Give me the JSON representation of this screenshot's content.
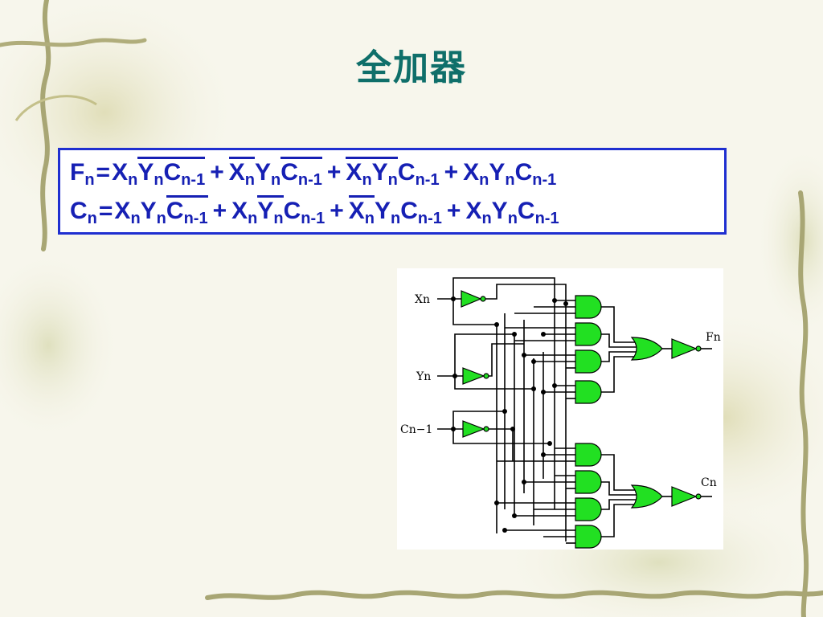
{
  "slide": {
    "title": "全加器"
  },
  "formulas": {
    "line1": [
      {
        "t": "F",
        "s": "n"
      },
      {
        "op": "="
      },
      {
        "t": "X",
        "s": "n"
      },
      {
        "t": "Y",
        "s": "n",
        "bar": true
      },
      {
        "t": "C",
        "s": "n-1",
        "bar": true
      },
      {
        "op": "+"
      },
      {
        "t": "X",
        "s": "n",
        "bar": true
      },
      {
        "t": "Y",
        "s": "n"
      },
      {
        "t": "C",
        "s": "n-1",
        "bar": true
      },
      {
        "op": "+"
      },
      {
        "t": "X",
        "s": "n",
        "bar": true
      },
      {
        "t": "Y",
        "s": "n",
        "bar": true
      },
      {
        "t": "C",
        "s": "n-1"
      },
      {
        "op": "+"
      },
      {
        "t": "X",
        "s": "n"
      },
      {
        "t": "Y",
        "s": "n"
      },
      {
        "t": "C",
        "s": "n-1"
      }
    ],
    "line2": [
      {
        "t": "C",
        "s": "n"
      },
      {
        "op": "="
      },
      {
        "t": "X",
        "s": "n"
      },
      {
        "t": "Y",
        "s": "n"
      },
      {
        "t": "C",
        "s": "n-1",
        "bar": true
      },
      {
        "op": "+"
      },
      {
        "t": "X",
        "s": "n"
      },
      {
        "t": "Y",
        "s": "n",
        "bar": true
      },
      {
        "t": "C",
        "s": "n-1"
      },
      {
        "op": "+"
      },
      {
        "t": "X",
        "s": "n",
        "bar": true
      },
      {
        "t": "Y",
        "s": "n"
      },
      {
        "t": "C",
        "s": "n-1"
      },
      {
        "op": "+"
      },
      {
        "t": "X",
        "s": "n"
      },
      {
        "t": "Y",
        "s": "n"
      },
      {
        "t": "C",
        "s": "n-1"
      }
    ]
  },
  "circuit": {
    "inputs": {
      "xn": "Xn",
      "yn": "Yn",
      "cn1": "Cn−1"
    },
    "outputs": {
      "fn": "Fn",
      "cn": "Cn"
    },
    "gate_color": "#22e022",
    "wire_color": "#000000"
  }
}
